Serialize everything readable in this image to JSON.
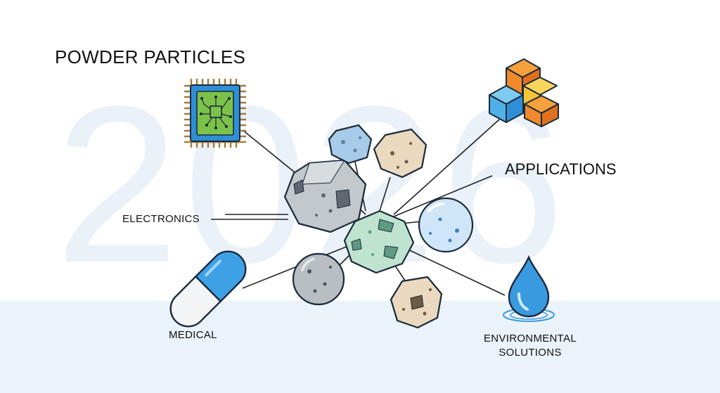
{
  "background": {
    "year_watermark": "2026",
    "band_color": "#eaf3f9",
    "watermark_color": "#eaf1f8"
  },
  "title": "POWDER PARTICLES",
  "applications_heading": "APPLICATIONS",
  "labels": {
    "electronics": "ELECTRONICS",
    "medical": "MEDICAL",
    "environmental_line1": "ENVIRONMENTAL",
    "environmental_line2": "SOLUTIONS"
  },
  "icons": {
    "chip": "microchip-icon",
    "cubes": "stacked-cubes-icon",
    "capsule": "pill-capsule-icon",
    "droplet": "water-droplet-icon"
  },
  "colors": {
    "chip_green": "#7cc24a",
    "chip_blue": "#2f8fd6",
    "cube_orange": "#f08a2c",
    "cube_yellow": "#f7c53a",
    "cube_blue": "#4fb0e6",
    "capsule_blue": "#3ea1e6",
    "droplet_blue": "#3a9ae0",
    "particle_gray": "#b9bec3",
    "particle_green": "#bfe3cf",
    "particle_beige": "#ead8bf",
    "particle_light_blue": "#cfe6f8"
  }
}
